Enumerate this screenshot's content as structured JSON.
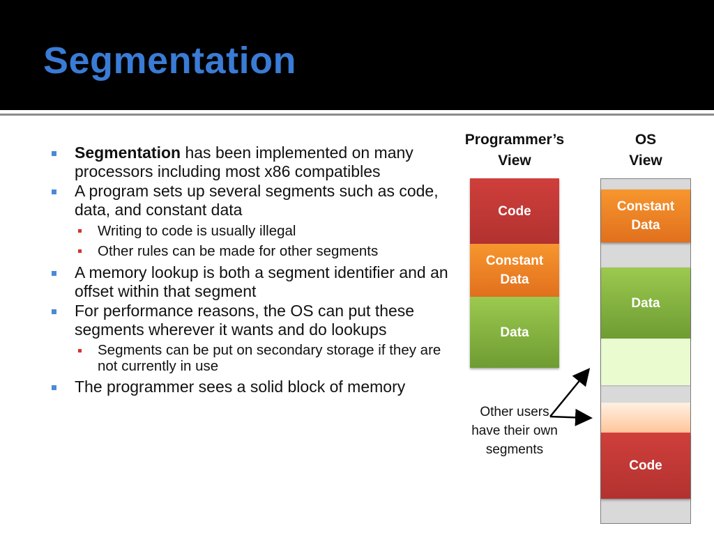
{
  "title": "Segmentation",
  "bullets": [
    {
      "bold": "Segmentation",
      "text": " has been implemented on many processors including most x86 compatibles"
    },
    {
      "text": "A program sets up several segments such as code, data, and constant data",
      "sub": [
        "Writing to code is usually illegal",
        "Other rules can be made for other segments"
      ]
    },
    {
      "text": "A memory lookup is both a segment identifier and an offset within that segment"
    },
    {
      "text": "For performance reasons, the OS can put these segments wherever it wants and do lookups",
      "sub": [
        "Segments can be put on secondary storage if they are not currently in use"
      ]
    },
    {
      "text": "The programmer sees a solid block of memory"
    }
  ],
  "diagram": {
    "programmer_view": {
      "heading": "Programmer’s View",
      "segments": [
        "Code",
        "Constant Data",
        "Data"
      ]
    },
    "os_view": {
      "heading": "OS View",
      "segments": [
        "Constant Data",
        "Data",
        "Code"
      ]
    },
    "other_users_label": "Other users have their own segments"
  },
  "colors": {
    "title": "#3a7bd5",
    "code": "#c0392b",
    "constant_data": "#f0862a",
    "data": "#8cbc44",
    "bullet": "#4a8ad6",
    "sub_bullet": "#d9312a"
  }
}
